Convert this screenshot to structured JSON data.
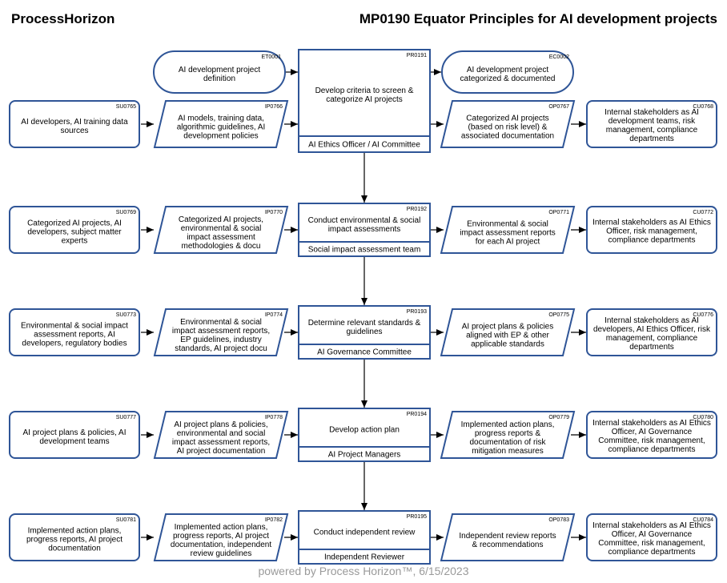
{
  "header": {
    "brand": "ProcessHorizon",
    "title": "MP0190 Equator Principles for AI development projects"
  },
  "footer": {
    "text": "powered by Process Horizon™, 6/15/2023"
  },
  "top_events": {
    "start": {
      "code": "ET0001",
      "lines": [
        "AI development project",
        "definition"
      ]
    },
    "end": {
      "code": "EC0002",
      "lines": [
        "AI development project",
        "categorized & documented"
      ]
    }
  },
  "rows": [
    {
      "supplier": {
        "code": "SU0765",
        "lines": [
          "AI developers, AI training data",
          "sources"
        ]
      },
      "input": {
        "code": "IP0766",
        "lines": [
          "AI models, training data,",
          "algorithmic guidelines, AI",
          "development policies"
        ]
      },
      "process": {
        "code": "PR0191",
        "lines": [
          "Develop criteria to screen &",
          "categorize AI projects"
        ],
        "role": "AI Ethics Officer / AI Committee"
      },
      "output": {
        "code": "OP0767",
        "lines": [
          "Categorized AI projects",
          "(based on risk level) &",
          "associated documentation"
        ]
      },
      "customer": {
        "code": "CU0768",
        "lines": [
          "Internal stakeholders as AI",
          "development teams, risk",
          "management, compliance",
          "departments"
        ]
      }
    },
    {
      "supplier": {
        "code": "SU0769",
        "lines": [
          "Categorized AI projects, AI",
          "developers, subject matter",
          "experts"
        ]
      },
      "input": {
        "code": "IP0770",
        "lines": [
          "Categorized AI projects,",
          "environmental & social",
          "impact assessment",
          "methodologies & docu"
        ]
      },
      "process": {
        "code": "PR0192",
        "lines": [
          "Conduct environmental & social",
          "impact assessments"
        ],
        "role": "Social impact assessment team"
      },
      "output": {
        "code": "OP0771",
        "lines": [
          "Environmental & social",
          "impact assessment reports",
          "for each AI project"
        ]
      },
      "customer": {
        "code": "CU0772",
        "lines": [
          "Internal stakeholders as AI Ethics",
          "Officer, risk management,",
          "compliance departments"
        ]
      }
    },
    {
      "supplier": {
        "code": "SU0773",
        "lines": [
          "Environmental & social impact",
          "assessment reports, AI",
          "developers, regulatory bodies"
        ]
      },
      "input": {
        "code": "IP0774",
        "lines": [
          "Environmental & social",
          "impact assessment reports,",
          "EP guidelines, industry",
          "standards, AI project docu"
        ]
      },
      "process": {
        "code": "PR0193",
        "lines": [
          "Determine relevant standards &",
          "guidelines"
        ],
        "role": "AI Governance Committee"
      },
      "output": {
        "code": "OP0775",
        "lines": [
          "AI project plans & policies",
          "aligned with EP & other",
          "applicable standards"
        ]
      },
      "customer": {
        "code": "CU0776",
        "lines": [
          "Internal stakeholders as AI",
          "developers, AI Ethics Officer, risk",
          "management, compliance",
          "departments"
        ]
      }
    },
    {
      "supplier": {
        "code": "SU0777",
        "lines": [
          "AI project plans & policies, AI",
          "development teams"
        ]
      },
      "input": {
        "code": "IP0778",
        "lines": [
          "AI project plans & policies,",
          "environmental and social",
          "impact assessment reports,",
          "AI project documentation"
        ]
      },
      "process": {
        "code": "PR0194",
        "lines": [
          "Develop action plan"
        ],
        "role": "AI Project Managers"
      },
      "output": {
        "code": "OP0779",
        "lines": [
          "Implemented action plans,",
          "progress reports &",
          "documentation of risk",
          "mitigation measures"
        ]
      },
      "customer": {
        "code": "CU0780",
        "lines": [
          "Internal stakeholders as AI Ethics",
          "Officer, AI Governance",
          "Committee, risk management,",
          "compliance departments"
        ]
      }
    },
    {
      "supplier": {
        "code": "SU0781",
        "lines": [
          "Implemented action plans,",
          "progress reports, AI project",
          "documentation"
        ]
      },
      "input": {
        "code": "IP0782",
        "lines": [
          "Implemented action plans,",
          "progress reports, AI project",
          "documentation, independent",
          "review guidelines"
        ]
      },
      "process": {
        "code": "PR0195",
        "lines": [
          "Conduct independent review"
        ],
        "role": "Independent Reviewer"
      },
      "output": {
        "code": "OP0783",
        "lines": [
          "Independent review reports",
          "& recommendations"
        ]
      },
      "customer": {
        "code": "CU0784",
        "lines": [
          "Internal stakeholders as AI Ethics",
          "Officer, AI Governance",
          "Committee, risk management,",
          "compliance departments"
        ]
      }
    }
  ],
  "colors": {
    "stroke": "#2f5597",
    "text": "#000000",
    "arrow": "#000000"
  }
}
